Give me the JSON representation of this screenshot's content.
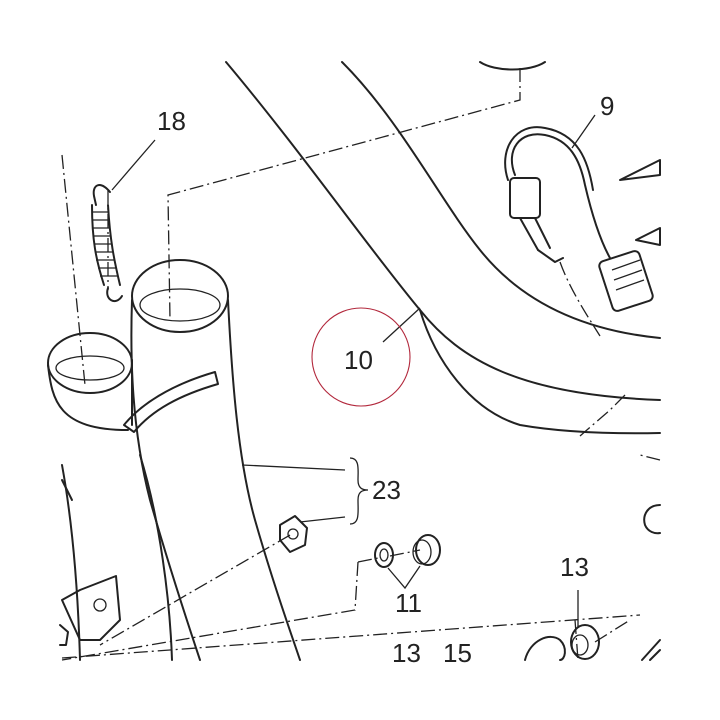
{
  "callouts": {
    "c18": "18",
    "c9": "9",
    "c10": "10",
    "c23": "23",
    "c11": "11",
    "c13a": "13",
    "c13b": "13",
    "c15": "15"
  },
  "colors": {
    "line": "#222222",
    "highlight": "#b2283c",
    "background": "#ffffff"
  }
}
